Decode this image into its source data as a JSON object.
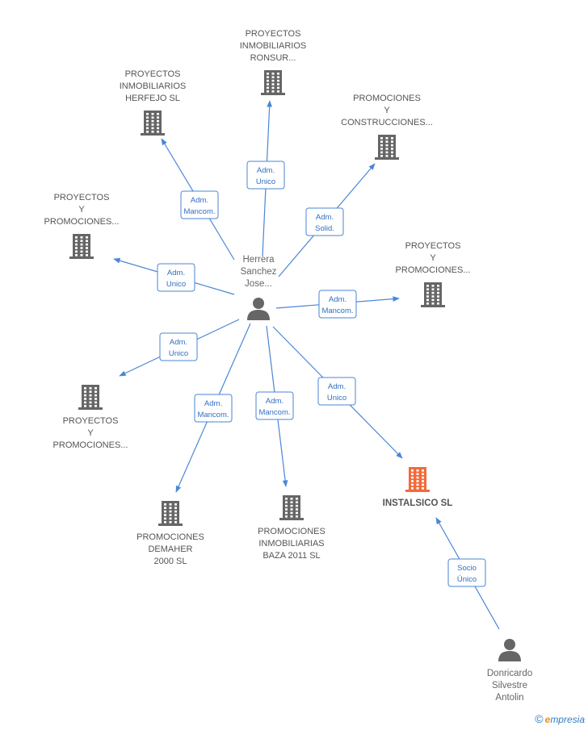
{
  "colors": {
    "edge": "#4a86d6",
    "node_icon": "#666666",
    "focus_icon": "#f26a3c",
    "label_text": "#555555"
  },
  "persons": [
    {
      "id": "herrera",
      "lines": [
        "Herrera",
        "Sanchez",
        "Jose..."
      ],
      "icon": "person-icon"
    },
    {
      "id": "donricardo",
      "lines": [
        "Donricardo",
        "Silvestre",
        "Antolin"
      ],
      "icon": "person-icon"
    }
  ],
  "companies": [
    {
      "id": "ronsur",
      "lines": [
        "PROYECTOS",
        "INMOBILIARIOS",
        "RONSUR..."
      ],
      "icon": "building-icon",
      "focus": false
    },
    {
      "id": "herfejo",
      "lines": [
        "PROYECTOS",
        "INMOBILIARIOS",
        "HERFEJO SL"
      ],
      "icon": "building-icon",
      "focus": false
    },
    {
      "id": "promociones_construcciones",
      "lines": [
        "PROMOCIONES",
        "Y",
        "CONSTRUCCIONES..."
      ],
      "icon": "building-icon",
      "focus": false
    },
    {
      "id": "proyectos_promociones_left",
      "lines": [
        "PROYECTOS",
        "Y",
        "PROMOCIONES..."
      ],
      "icon": "building-icon",
      "focus": false
    },
    {
      "id": "proyectos_promociones_right",
      "lines": [
        "PROYECTOS",
        "Y",
        "PROMOCIONES..."
      ],
      "icon": "building-icon",
      "focus": false
    },
    {
      "id": "proyectos_promociones_bottom_left",
      "lines": [
        "PROYECTOS",
        "Y",
        "PROMOCIONES..."
      ],
      "icon": "building-icon",
      "focus": false
    },
    {
      "id": "demaher",
      "lines": [
        "PROMOCIONES",
        "DEMAHER",
        "2000 SL"
      ],
      "icon": "building-icon",
      "focus": false
    },
    {
      "id": "baza",
      "lines": [
        "PROMOCIONES",
        "INMOBILIARIAS",
        "BAZA 2011 SL"
      ],
      "icon": "building-icon",
      "focus": false
    },
    {
      "id": "instalsico",
      "lines": [
        "INSTALSICO SL"
      ],
      "icon": "building-icon",
      "focus": true
    }
  ],
  "edges": [
    {
      "from": "herrera",
      "to": "ronsur",
      "label": [
        "Adm.",
        "Unico"
      ]
    },
    {
      "from": "herrera",
      "to": "herfejo",
      "label": [
        "Adm.",
        "Mancom."
      ]
    },
    {
      "from": "herrera",
      "to": "promociones_construcciones",
      "label": [
        "Adm.",
        "Solid."
      ]
    },
    {
      "from": "herrera",
      "to": "proyectos_promociones_left",
      "label": [
        "Adm.",
        "Unico"
      ]
    },
    {
      "from": "herrera",
      "to": "proyectos_promociones_right",
      "label": [
        "Adm.",
        "Mancom."
      ]
    },
    {
      "from": "herrera",
      "to": "proyectos_promociones_bottom_left",
      "label": [
        "Adm.",
        "Unico"
      ]
    },
    {
      "from": "herrera",
      "to": "demaher",
      "label": [
        "Adm.",
        "Mancom."
      ]
    },
    {
      "from": "herrera",
      "to": "baza",
      "label": [
        "Adm.",
        "Mancom."
      ]
    },
    {
      "from": "herrera",
      "to": "instalsico",
      "label": [
        "Adm.",
        "Unico"
      ]
    },
    {
      "from": "donricardo",
      "to": "instalsico",
      "label": [
        "Socio",
        "Único"
      ]
    }
  ],
  "watermark": {
    "copyright": "©",
    "brand_initial": "e",
    "brand_rest": "mpresia"
  }
}
